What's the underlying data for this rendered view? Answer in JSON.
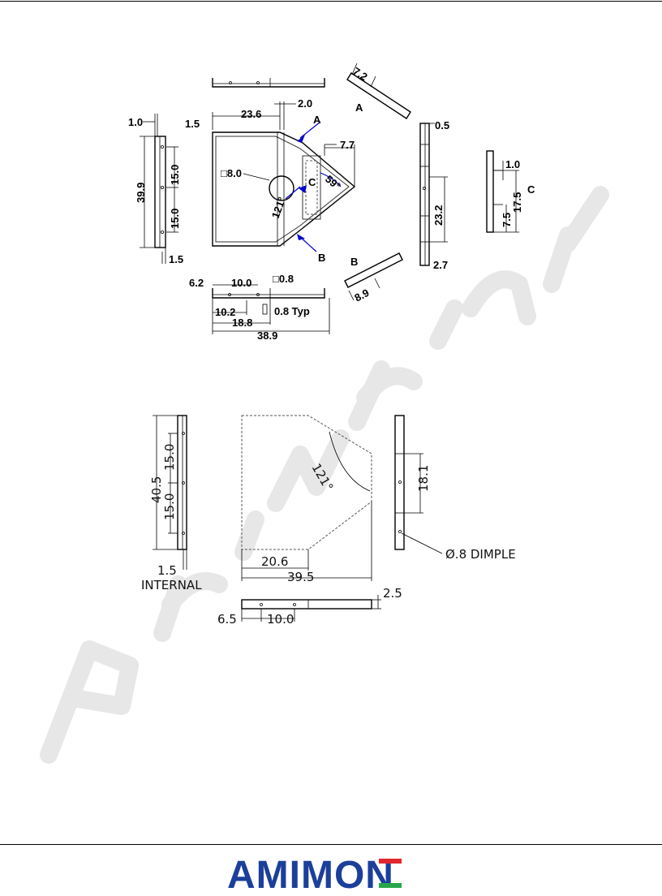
{
  "drawing_top": {
    "labels": {
      "d_1_0_left": "1.0",
      "d_39_9": "39.9",
      "d_15_0_a": "15.0",
      "d_15_0_b": "15.0",
      "d_1_5_bottom": "1.5",
      "d_1_5_top": "1.5",
      "d_23_6": "23.6",
      "d_2_0": "2.0",
      "arrow_a": "A",
      "d_7_7": "7.7",
      "d_sq_8_0": "□8.0",
      "label_c": "C",
      "d_59": "59°",
      "d_121": "121°",
      "arrow_b": "B",
      "d_6_2": "6.2",
      "d_10_0": "10.0",
      "d_sq_0_8": "□0.8",
      "d_10_2": "10.2",
      "d_0_8_typ": "0.8 Typ",
      "d_18_8": "18.8",
      "d_38_9": "38.9",
      "d_0_5": "0.5",
      "d_23_2": "23.2",
      "d_2_7": "2.7",
      "section_a": "A",
      "d_7_2": "7.2",
      "section_b": "B",
      "d_8_9": "8.9",
      "d_1_0_c": "1.0",
      "d_17_5": "17.5",
      "d_7_5": "7.5",
      "section_c": "C"
    }
  },
  "drawing_bottom": {
    "labels": {
      "d_40_5": "40.5",
      "d_15_0_a": "15.0",
      "d_15_0_b": "15.0",
      "d_1_5": "1.5",
      "internal": "INTERNAL",
      "d_121": "121°",
      "d_20_6": "20.6",
      "d_39_5": "39.5",
      "d_18_1": "18.1",
      "dimple": "Ø.8 DIMPLE",
      "d_2_5": "2.5",
      "d_6_5": "6.5",
      "d_10_0": "10.0"
    }
  },
  "watermark": "Preliminary",
  "footer": {
    "logo_text": "AMIMON",
    "logo_text_color": "#1b3f9a",
    "logo_accent_colors": [
      "#e0282e",
      "#2aa64a"
    ]
  }
}
